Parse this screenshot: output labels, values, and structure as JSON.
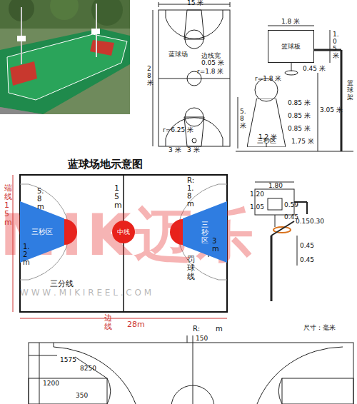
{
  "diagram": {
    "title": "蓝球场地示意图",
    "nodes": [
      {
        "text": [
          "篮球板"
        ]
      },
      {
        "text": [
          "三秒区"
        ]
      },
      {
        "text": [
          "三秒区"
        ]
      },
      {
        "text": [
          "三秒区"
        ]
      },
      {
        "text": [
          "中线"
        ]
      }
    ],
    "labels": [
      "15 米",
      "28 米",
      "蓝球场",
      "边线宽 0.05 米",
      "r=1.8 米",
      "r=6.25 米",
      "3 米",
      "3 米",
      "1.8 米",
      "1.05 米",
      "0.45 米",
      "3.05 米",
      "篮球架",
      "5.8 米",
      "r=1.8 米",
      "0.85 米",
      "0.85 米",
      "0.85 米",
      "1.2 米",
      "1.75 米",
      "端线 15m",
      "5.8m",
      "1.2m",
      "三分线",
      "15m",
      "R: 1.8m",
      "3m",
      "罚球线",
      "边线",
      "28m",
      "R:",
      "m",
      "1.80",
      "0.59",
      "1.20",
      "1.05",
      "0.45",
      "0.15",
      "0.30",
      "0.45",
      "0.45",
      "MIK迈乐",
      "W W W . M I K I R E E L . C O M",
      "尺寸：毫米",
      "150",
      "1575",
      "8250",
      "1200",
      "350"
    ]
  }
}
